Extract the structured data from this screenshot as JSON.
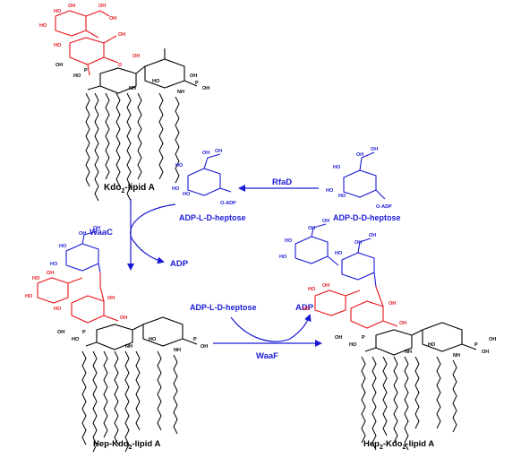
{
  "colors": {
    "lipid": "#000000",
    "kdo": "#e8141b",
    "heptose": "#1a1ad6",
    "arrow": "#1a1ad6"
  },
  "compounds": {
    "kdo2_lipidA": {
      "prefix": "Kdo",
      "sub": "2",
      "suffix": "-lipid A"
    },
    "hep_kdo2_lipidA": {
      "prefix": "Hep-Kdo",
      "sub": "2",
      "suffix": "-lipid A"
    },
    "hep2_kdo2_lipidA": {
      "prefix": "Hep",
      "sub1": "2",
      "mid": "-Kdo",
      "sub2": "2",
      "suffix": "-lipid A"
    },
    "adp_l_d_heptose": "ADP-L-D-heptose",
    "adp_d_d_heptose": "ADP-D-D-heptose",
    "adp_l_d_heptose_2": "ADP-L-D-heptose",
    "adp_1": "ADP",
    "adp_2": "ADP"
  },
  "enzymes": {
    "rfad": "RfaD",
    "waac": "WaaC",
    "waaf": "WaaF"
  },
  "atoms": {
    "oh": "OH",
    "ho": "HO",
    "o": "O",
    "nh": "NH",
    "p": "P",
    "o_adp": "O-ADP"
  }
}
